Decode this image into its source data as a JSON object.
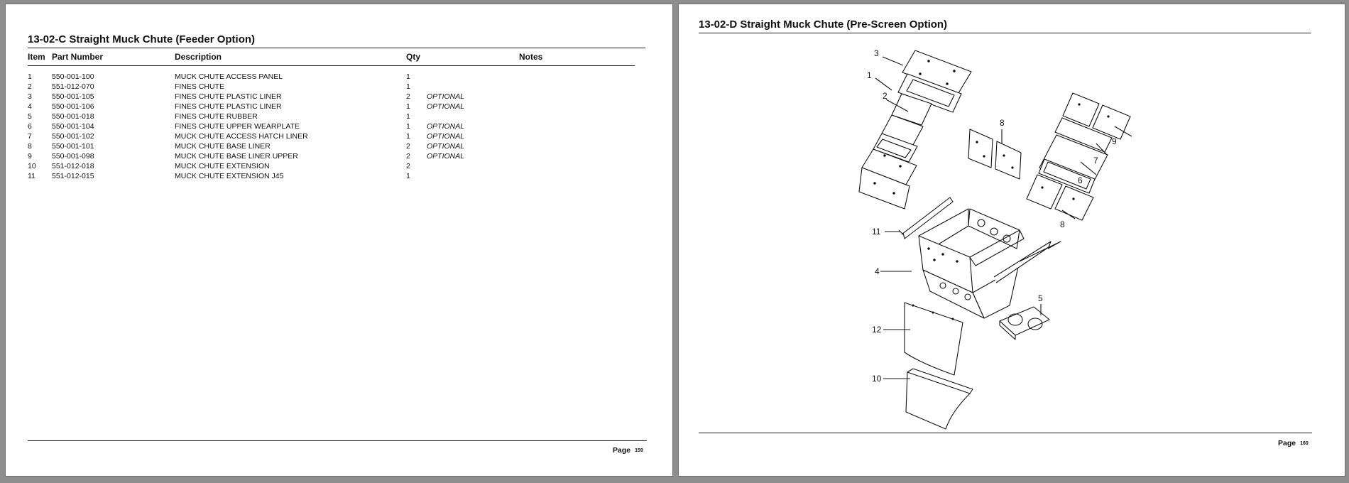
{
  "left_page": {
    "title": "13-02-C Straight Muck Chute (Feeder Option)",
    "columns": {
      "item": "Item",
      "part_number": "Part Number",
      "description": "Description",
      "qty": "Qty",
      "notes": "Notes"
    },
    "rows": [
      {
        "item": "1",
        "part": "550-001-100",
        "desc": "MUCK CHUTE ACCESS PANEL",
        "qty": "1",
        "note": ""
      },
      {
        "item": "2",
        "part": "551-012-070",
        "desc": "FINES CHUTE",
        "qty": "1",
        "note": ""
      },
      {
        "item": "3",
        "part": "550-001-105",
        "desc": "FINES CHUTE PLASTIC LINER",
        "qty": "2",
        "note": "OPTIONAL"
      },
      {
        "item": "4",
        "part": "550-001-106",
        "desc": "FINES CHUTE PLASTIC LINER",
        "qty": "1",
        "note": "OPTIONAL"
      },
      {
        "item": "5",
        "part": "550-001-018",
        "desc": "FINES CHUTE RUBBER",
        "qty": "1",
        "note": ""
      },
      {
        "item": "6",
        "part": "550-001-104",
        "desc": "FINES CHUTE UPPER WEARPLATE",
        "qty": "1",
        "note": "OPTIONAL"
      },
      {
        "item": "7",
        "part": "550-001-102",
        "desc": "MUCK CHUTE ACCESS HATCH LINER",
        "qty": "1",
        "note": "OPTIONAL"
      },
      {
        "item": "8",
        "part": "550-001-101",
        "desc": "MUCK CHUTE BASE LINER",
        "qty": "2",
        "note": "OPTIONAL"
      },
      {
        "item": "9",
        "part": "550-001-098",
        "desc": "MUCK CHUTE BASE LINER UPPER",
        "qty": "2",
        "note": "OPTIONAL"
      },
      {
        "item": "10",
        "part": "551-012-018",
        "desc": "MUCK CHUTE EXTENSION",
        "qty": "2",
        "note": ""
      },
      {
        "item": "11",
        "part": "551-012-015",
        "desc": "MUCK CHUTE EXTENSION J45",
        "qty": "1",
        "note": ""
      }
    ],
    "page_label": "Page",
    "page_number": "159"
  },
  "right_page": {
    "title": "13-02-D Straight Muck Chute (Pre-Screen Option)",
    "callouts": [
      "3",
      "1",
      "2",
      "8",
      "9",
      "7",
      "6",
      "8",
      "11",
      "4",
      "5",
      "12",
      "10"
    ],
    "page_label": "Page",
    "page_number": "160"
  }
}
